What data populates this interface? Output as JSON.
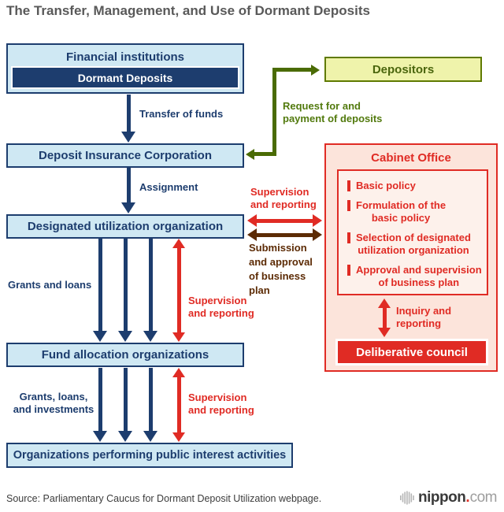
{
  "title": "The Transfer, Management, and Use of Dormant Deposits",
  "boxes": {
    "financial_institutions": "Financial institutions",
    "dormant_deposits": "Dormant Deposits",
    "deposit_insurance": "Deposit Insurance Corporation",
    "designated_org": "Designated utilization organization",
    "fund_allocation": "Fund allocation organizations",
    "public_interest": "Organizations performing public interest activities",
    "depositors": "Depositors",
    "cabinet_office": "Cabinet Office",
    "deliberative_council": "Deliberative council"
  },
  "labels": {
    "transfer_of_funds": "Transfer of funds",
    "assignment": "Assignment",
    "grants_and_loans": "Grants and loans",
    "grants_loans_investments": "Grants, loans,\nand investments",
    "supervision_reporting": "Supervision\nand reporting",
    "request_payment": "Request for and\npayment of deposits",
    "submission_approval": "Submission\nand approval\nof business\nplan",
    "inquiry_reporting": "Inquiry and\nreporting"
  },
  "cabinet": {
    "items": [
      {
        "text": "Basic policy"
      },
      {
        "text": "Formulation of the\nbasic policy"
      },
      {
        "text": "Selection of designated\nutilization organization"
      },
      {
        "text": "Approval and supervision\nof business plan"
      }
    ]
  },
  "footer": {
    "source": "Source: Parliamentary Caucus for Dormant Deposit Utilization webpage.",
    "logo_name": "nippon",
    "logo_dot": ".",
    "logo_tld": "com"
  },
  "colors": {
    "navy": "#1d3d6e",
    "light_blue": "#cfe8f3",
    "red": "#e02b24",
    "brown": "#5c2b05",
    "green": "#4a6b04",
    "depositors_fill": "#eff3ab",
    "depositors_border": "#5f7a00",
    "cabinet_fill": "#fce4db",
    "cabinet_inner_fill": "#fdf1eb"
  }
}
